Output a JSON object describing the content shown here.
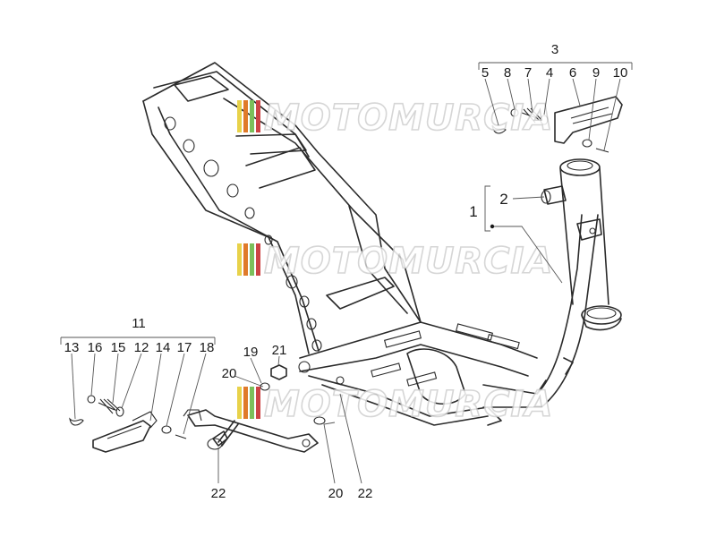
{
  "watermark": {
    "text": "MOTOMURCIA",
    "colors": [
      "#e8d24a",
      "#e07a2a",
      "#7bbf5a",
      "#cc4444"
    ]
  },
  "callouts": {
    "c1": "1",
    "c2": "2",
    "c3": "3",
    "c4": "4",
    "c5": "5",
    "c6": "6",
    "c7": "7",
    "c8": "8",
    "c9": "9",
    "c10": "10",
    "c11": "11",
    "c12": "12",
    "c13": "13",
    "c14": "14",
    "c15": "15",
    "c16": "16",
    "c17": "17",
    "c18": "18",
    "c19": "19",
    "c20a": "20",
    "c20b": "20",
    "c21": "21",
    "c22a": "22",
    "c22b": "22"
  }
}
